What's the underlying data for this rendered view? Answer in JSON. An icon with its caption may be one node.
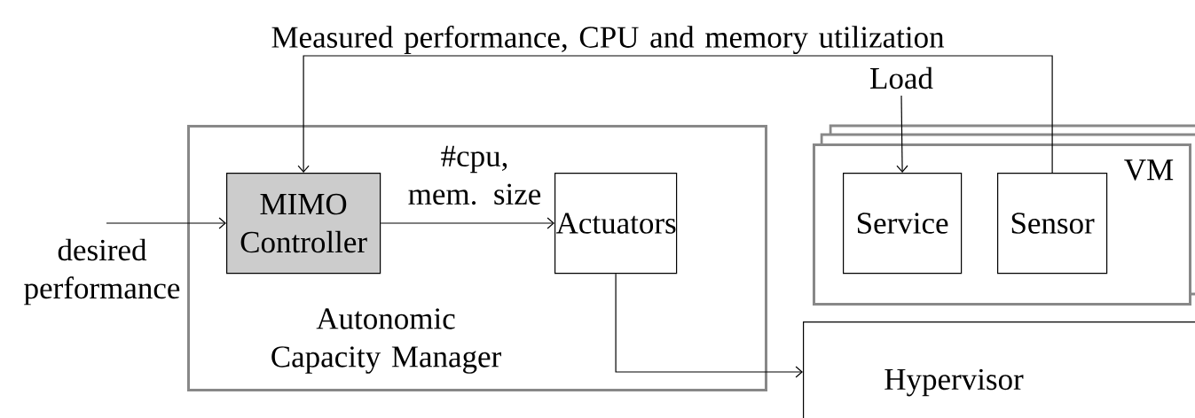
{
  "diagram": {
    "nodes": [
      {
        "text": [
          "Autonomic Capacity Manager"
        ]
      },
      {
        "text": [
          "MIMO Controller"
        ],
        "in": 0
      },
      {
        "text": [
          "Actuators"
        ],
        "in": 0
      },
      {
        "text": [
          "VM"
        ]
      },
      {
        "text": [
          "Service"
        ],
        "in": 3
      },
      {
        "text": [
          "Sensor"
        ],
        "in": 3
      },
      {
        "text": [
          "Hypervisor"
        ]
      }
    ],
    "edges": [
      {
        "from": null,
        "to": 1,
        "arrow": "to",
        "label": "desired performance"
      },
      {
        "from": 1,
        "to": 2,
        "arrow": "to",
        "label": "#cpu, mem. size"
      },
      {
        "from": 5,
        "to": 1,
        "arrow": "to",
        "label": "Measured performance, CPU and memory utilization"
      },
      {
        "from": null,
        "to": 4,
        "arrow": "to",
        "label": "Load"
      },
      {
        "from": 2,
        "to": 6,
        "arrow": "to"
      }
    ]
  }
}
